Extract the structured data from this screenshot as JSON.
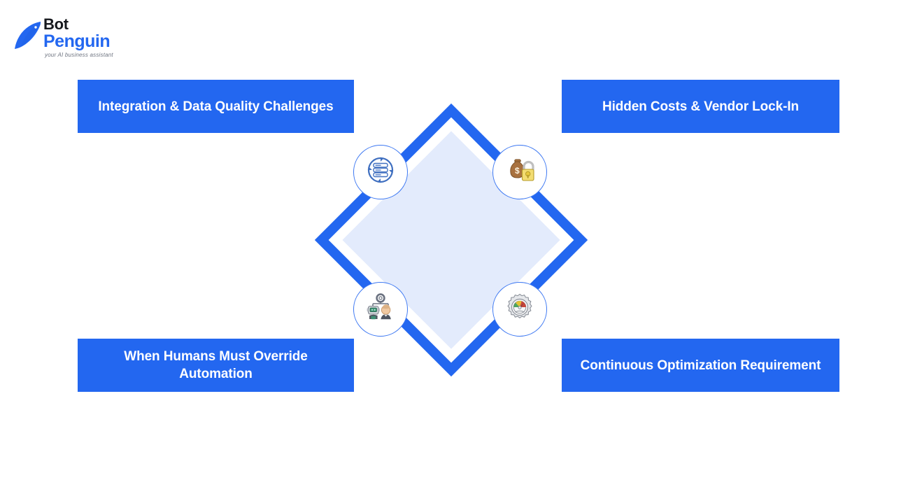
{
  "brand": {
    "name_line1": "Bot",
    "name_line2": "Penguin",
    "tagline": "your AI business assistant",
    "logo_icon": "penguin-icon",
    "primary_color": "#2367F0",
    "text_color": "#16181d"
  },
  "diagram": {
    "type": "diamond-four-quadrant",
    "center_shape": "diamond",
    "border_color": "#2367F0",
    "inner_fill": "#E3EBFC",
    "background": "#ffffff",
    "nodes": [
      {
        "position": "top-left",
        "label": "Integration & Data Quality Challenges",
        "icon": "database-sync-icon",
        "icon_glyph": "🗄",
        "box_color": "#2367F0",
        "label_color": "#ffffff"
      },
      {
        "position": "top-right",
        "label": "Hidden Costs & Vendor Lock-In",
        "icon": "money-bag-lock-icon",
        "icon_glyph": "💰",
        "box_color": "#2367F0",
        "label_color": "#ffffff"
      },
      {
        "position": "bottom-left",
        "label": "When Humans Must Override Automation",
        "icon": "robot-human-handoff-icon",
        "icon_glyph": "🤖",
        "box_color": "#2367F0",
        "label_color": "#ffffff"
      },
      {
        "position": "bottom-right",
        "label": "Continuous Optimization Requirement",
        "icon": "gear-gauge-icon",
        "icon_glyph": "⚙",
        "box_color": "#2367F0",
        "label_color": "#ffffff"
      }
    ]
  }
}
